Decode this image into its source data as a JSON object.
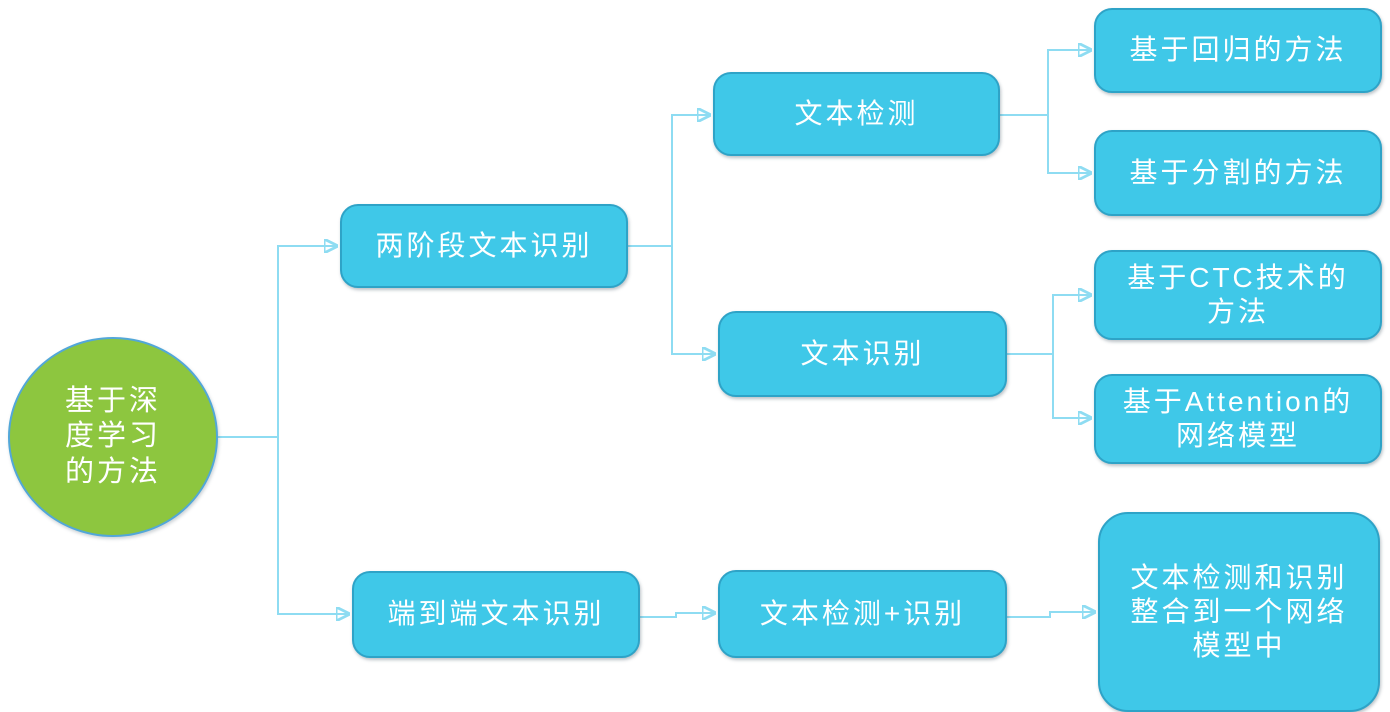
{
  "diagram": {
    "type": "tree-flowchart",
    "colors": {
      "box_fill": "#3fc8e8",
      "box_border": "#2ea3c7",
      "ellipse_fill": "#8dc63f",
      "ellipse_border": "#52a7d8",
      "connector_line": "#8edcf2",
      "arrowhead": "#44bfe6",
      "text": "#ffffff"
    },
    "nodes": {
      "root": {
        "label": "基于深\n度学习\n的方法",
        "shape": "ellipse"
      },
      "two_stage": {
        "label": "两阶段文本识别",
        "shape": "rounded-box"
      },
      "end_to_end": {
        "label": "端到端文本识别",
        "shape": "rounded-box"
      },
      "text_detection": {
        "label": "文本检测",
        "shape": "rounded-box"
      },
      "text_recognition": {
        "label": "文本识别",
        "shape": "rounded-box"
      },
      "det_plus_rec": {
        "label": "文本检测+识别",
        "shape": "rounded-box"
      },
      "regression": {
        "label": "基于回归的方法",
        "shape": "rounded-box"
      },
      "segmentation": {
        "label": "基于分割的方法",
        "shape": "rounded-box"
      },
      "ctc": {
        "label": "基于CTC技术的\n方法",
        "shape": "rounded-box"
      },
      "attention": {
        "label": "基于Attention的\n网络模型",
        "shape": "rounded-box"
      },
      "integrated": {
        "label": "文本检测和识别\n整合到一个网络\n模型中",
        "shape": "rounded-box"
      }
    },
    "edges": [
      {
        "from": "root",
        "to": "two_stage"
      },
      {
        "from": "root",
        "to": "end_to_end"
      },
      {
        "from": "two_stage",
        "to": "text_detection"
      },
      {
        "from": "two_stage",
        "to": "text_recognition"
      },
      {
        "from": "text_detection",
        "to": "regression"
      },
      {
        "from": "text_detection",
        "to": "segmentation"
      },
      {
        "from": "text_recognition",
        "to": "ctc"
      },
      {
        "from": "text_recognition",
        "to": "attention"
      },
      {
        "from": "end_to_end",
        "to": "det_plus_rec"
      },
      {
        "from": "det_plus_rec",
        "to": "integrated"
      }
    ]
  }
}
